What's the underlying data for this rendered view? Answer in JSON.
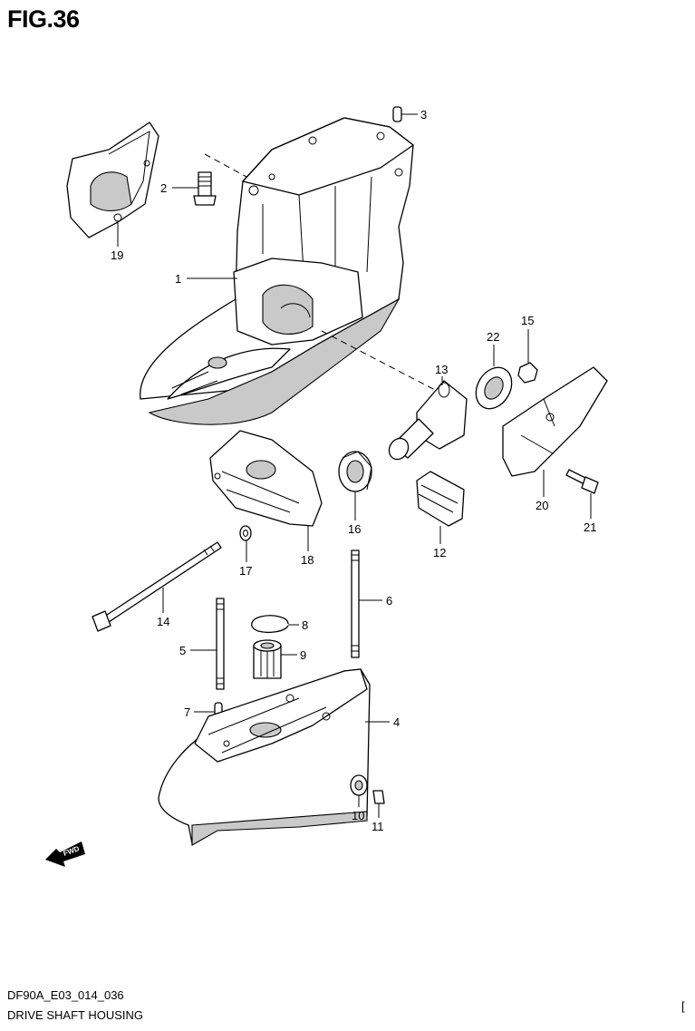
{
  "figure": {
    "title": "FIG.36",
    "code": "DF90A_E03_014_036",
    "caption": "DRIVE SHAFT HOUSING",
    "corner_mark": "["
  },
  "callouts": [
    "1",
    "2",
    "3",
    "4",
    "5",
    "6",
    "7",
    "8",
    "9",
    "10",
    "11",
    "12",
    "13",
    "14",
    "15",
    "16",
    "17",
    "18",
    "19",
    "20",
    "21",
    "22"
  ],
  "direction_badge": "FWD"
}
